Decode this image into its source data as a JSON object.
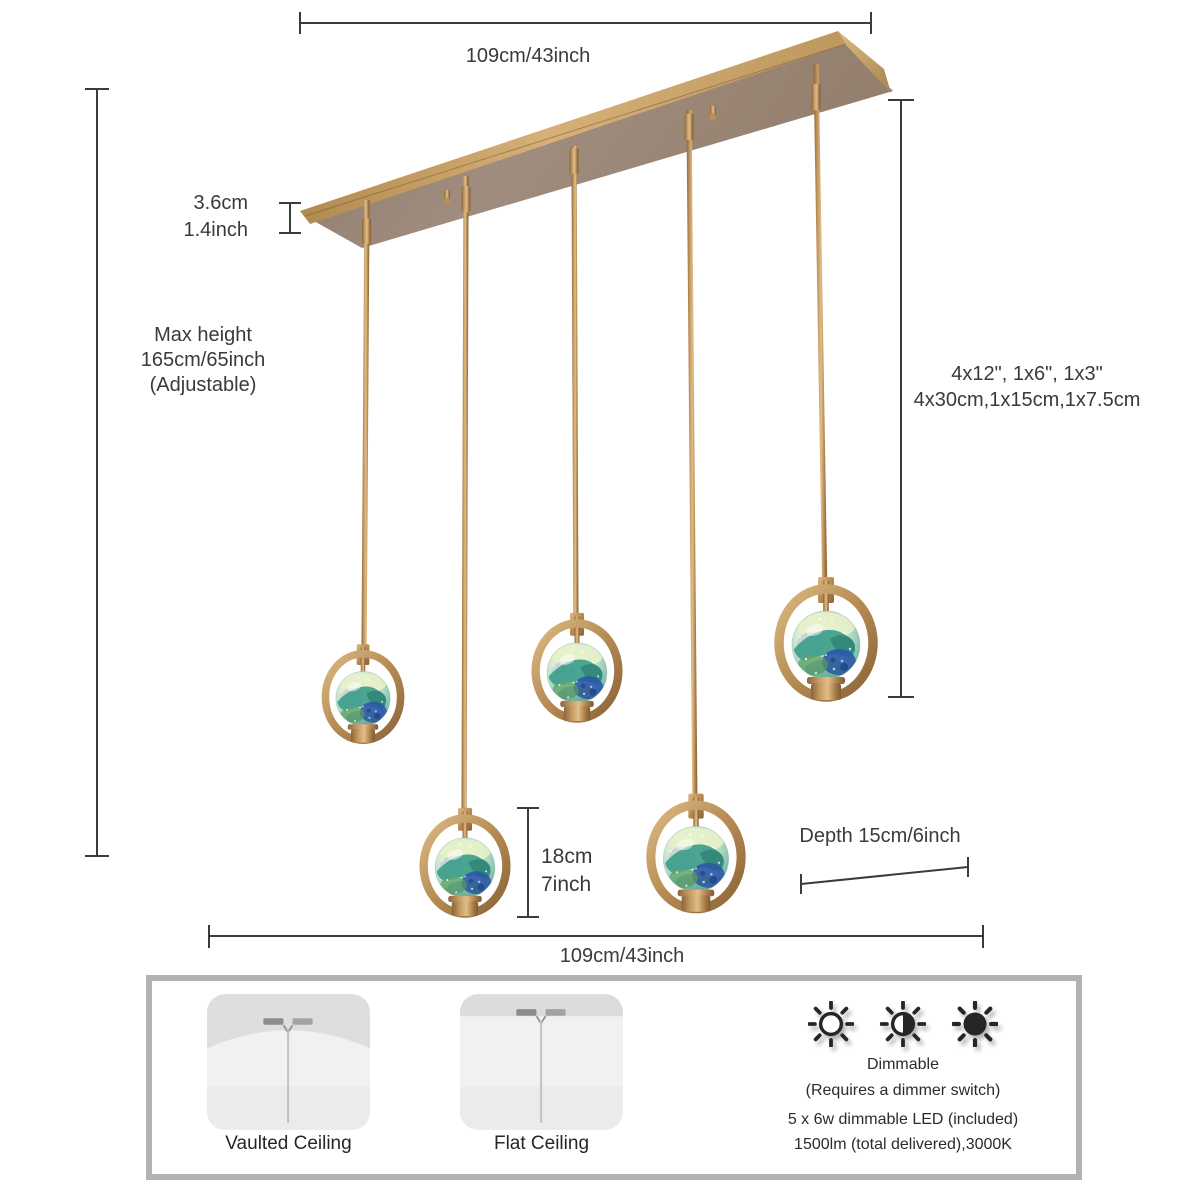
{
  "title": "Pendant light dimension diagram",
  "dimensions": {
    "top_width": "109cm/43inch",
    "canopy_thickness_cm": "3.6cm",
    "canopy_thickness_inch": "1.4inch",
    "max_height_line1": "Max height",
    "max_height_line2": "165cm/65inch",
    "max_height_line3": "(Adjustable)",
    "rod_lengths_inch": "4x12\", 1x6\", 1x3\"",
    "rod_lengths_cm": "4x30cm,1x15cm,1x7.5cm",
    "pendant_height_cm": "18cm",
    "pendant_height_inch": "7inch",
    "depth": "Depth 15cm/6inch",
    "bottom_width": "109cm/43inch"
  },
  "panel": {
    "vaulted_label": "Vaulted Ceiling",
    "flat_label": "Flat Ceiling",
    "dimmable_label": "Dimmable",
    "dimmer_note": "(Requires a dimmer switch)",
    "led_spec": "5 x 6w dimmable LED (included)",
    "lumen_spec": "1500lm (total delivered),3000K",
    "icons": [
      "sun-outline-icon",
      "sun-half-icon",
      "sun-filled-icon"
    ]
  },
  "colors": {
    "brass": "#b98f58",
    "canopy_underside": "#9a8677",
    "dimension_line": "#3b3b3b",
    "label_text": "#3a3a3a",
    "panel_border": "#b2b2b2",
    "globe_teal": "#3a9c8a",
    "globe_blue": "#2b55a9",
    "globe_pale": "#e7f1c9"
  }
}
